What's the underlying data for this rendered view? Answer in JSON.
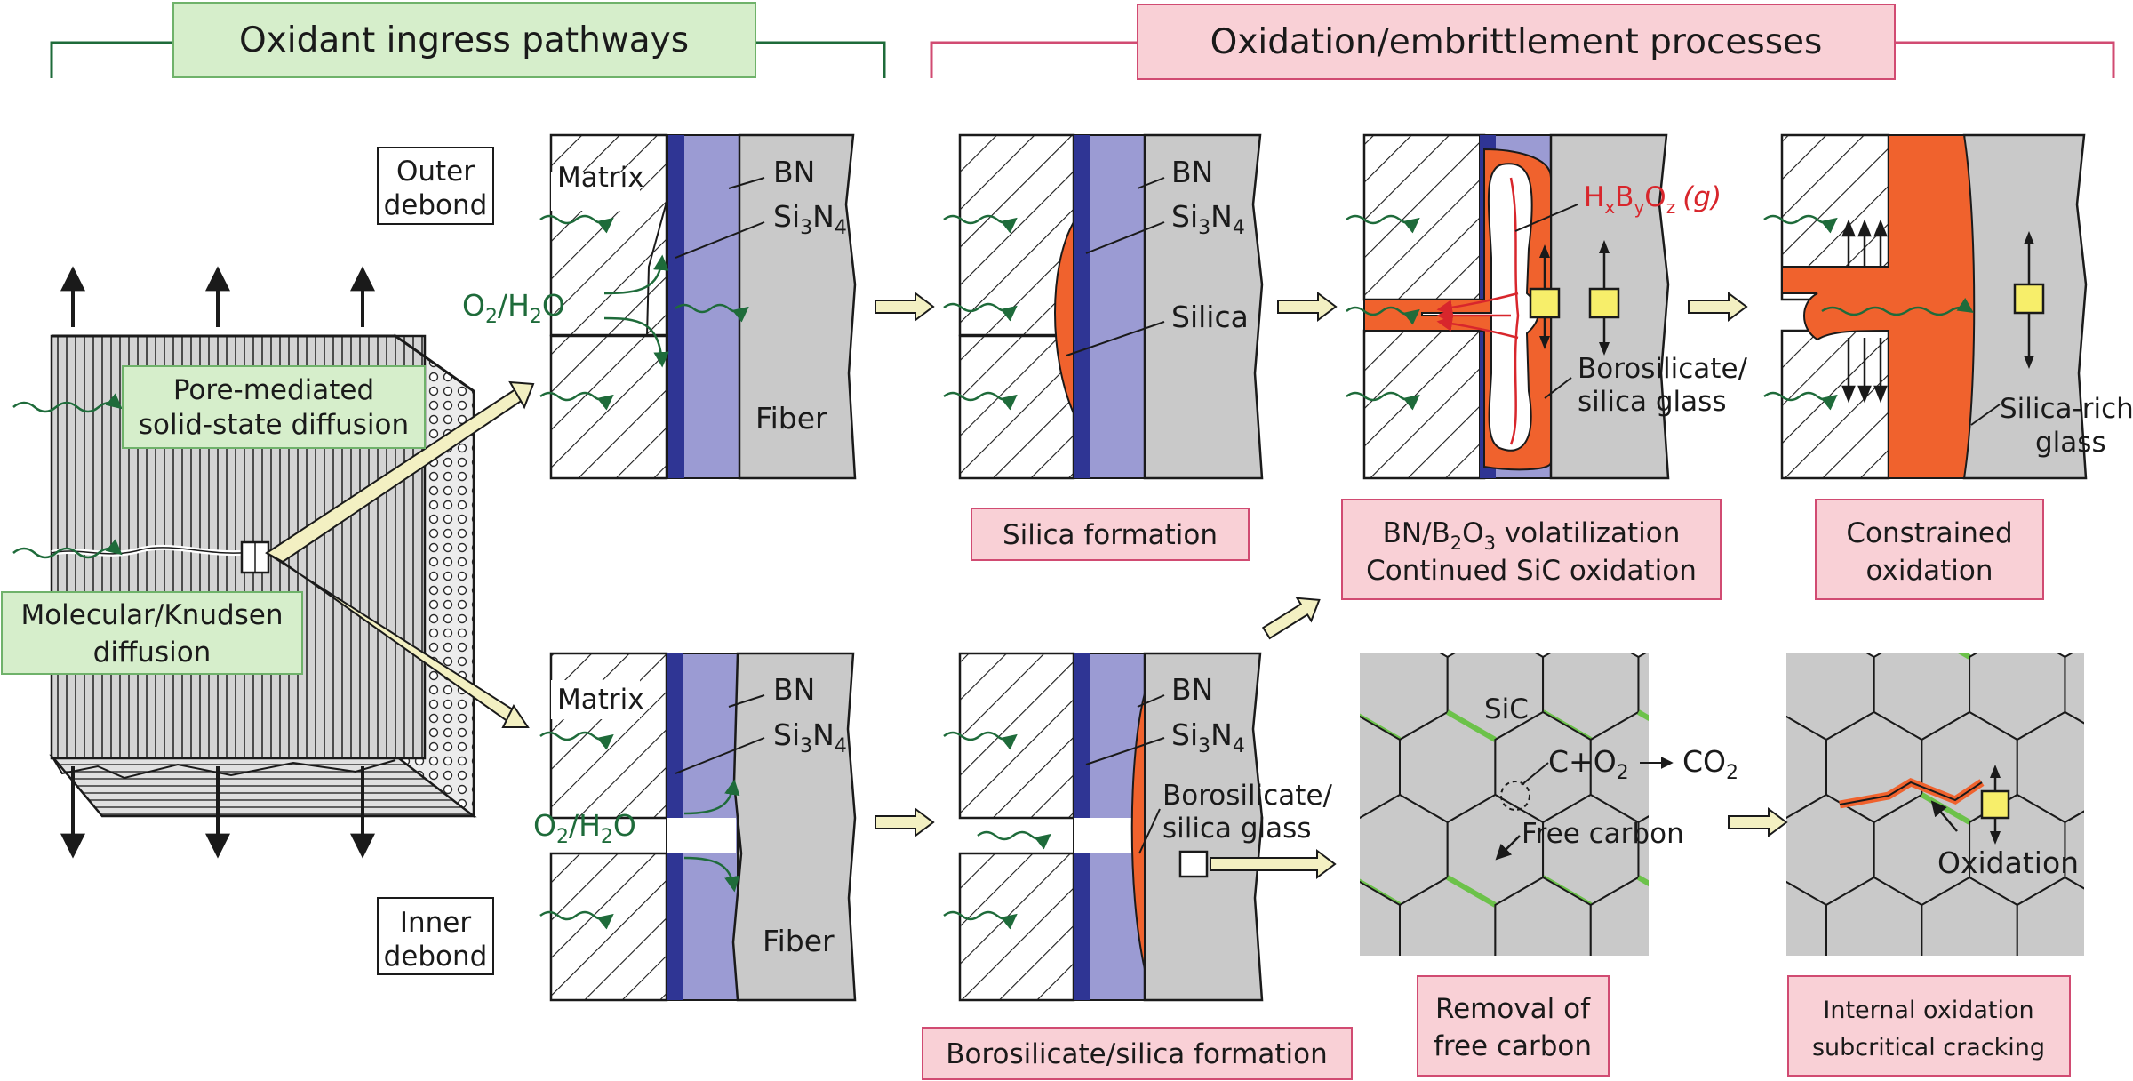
{
  "colors": {
    "green_box": "#d6eecb",
    "green_border": "#6fb26a",
    "pink_box": "#f9d0d6",
    "pink_border": "#d14b72",
    "bn": "#9b9bd3",
    "si3n4": "#2f3594",
    "fiber": "#c9c9c9",
    "oxide": "#f0622d",
    "glass_marker": "#f7ee6a",
    "carbon": "#6cc24a",
    "arrow_fill": "#f3f0c2",
    "wavy": "#1e6b3a"
  },
  "headers": {
    "left": "Oxidant ingress pathways",
    "right": "Oxidation/embrittlement processes"
  },
  "composite": {
    "pore_label_1": "Pore-mediated",
    "pore_label_2": "solid-state diffusion",
    "mol_label_1": "Molecular/Knudsen",
    "mol_label_2": "diffusion"
  },
  "debond": {
    "outer_1": "Outer",
    "outer_2": "debond",
    "inner_1": "Inner",
    "inner_2": "debond"
  },
  "panel_labels": {
    "matrix": "Matrix",
    "bn": "BN",
    "si3n4": "Si",
    "si3n4_sub3": "3",
    "si3n4_n": "N",
    "si3n4_sub4": "4",
    "o2h2o_o": "O",
    "o2h2o_sub2": "2",
    "o2h2o_rest": "/H",
    "o2h2o_sub2b": "2",
    "o2h2o_end": "O",
    "fiber": "Fiber",
    "silica": "Silica",
    "boro_1": "Borosilicate/",
    "boro_2": "silica glass",
    "hxbyoz_h": "H",
    "hxbyoz_x": "x",
    "hxbyoz_b": "B",
    "hxbyoz_y": "y",
    "hxbyoz_o": "O",
    "hxbyoz_z": "z",
    "hxbyoz_g": "(g)",
    "silica_rich_1": "Silica-rich",
    "silica_rich_2": "glass",
    "sic": "SiC",
    "c_o2": "C+O",
    "c_o2_sub": "2",
    "co2": "CO",
    "co2_sub": "2",
    "free_carbon": "Free carbon",
    "oxidation": "Oxidation"
  },
  "captions": {
    "silica_formation": "Silica formation",
    "bn_volat_1a": "BN/B",
    "bn_volat_sub2": "2",
    "bn_volat_o": "O",
    "bn_volat_sub3": "3",
    "bn_volat_1b": " volatilization",
    "bn_volat_2": "Continued SiC oxidation",
    "constrained_1": "Constrained",
    "constrained_2": "oxidation",
    "boro_formation": "Borosilicate/silica formation",
    "removal_1": "Removal of",
    "removal_2": "free carbon",
    "internal_1": "Internal oxidation",
    "internal_2": "subcritical cracking"
  }
}
